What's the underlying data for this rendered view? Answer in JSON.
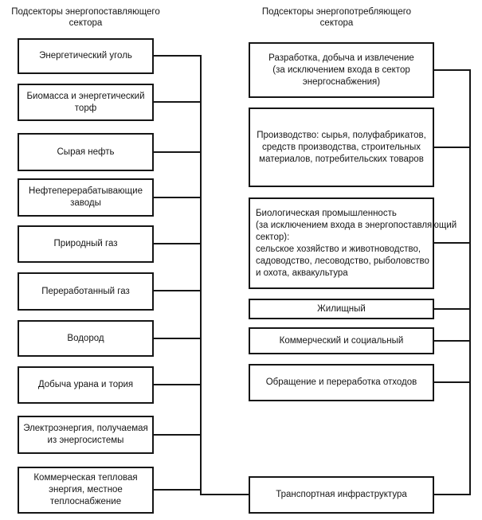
{
  "figure": {
    "left_column": {
      "header": "Подсекторы энергопоставляющего\nсектора",
      "boxes": [
        {
          "label": "Энергетический уголь"
        },
        {
          "label": "Биомасса и энергетический\nторф"
        },
        {
          "label": "Сырая нефть"
        },
        {
          "label": "Нефтеперерабатывающие\nзаводы"
        },
        {
          "label": "Природный газ"
        },
        {
          "label": "Переработанный газ"
        },
        {
          "label": "Водород"
        },
        {
          "label": "Добыча урана и тория"
        },
        {
          "label": "Электроэнергия, получаемая\nиз энергосистемы"
        },
        {
          "label": "Коммерческая тепловая\nэнергия, местное\nтеплоснабжение"
        }
      ]
    },
    "right_column": {
      "header": "Подсекторы энергопотребляющего\nсектора",
      "boxes": [
        {
          "label": "Разработка, добыча и извлечение\n(за исключением входа в сектор\nэнергоснабжения)"
        },
        {
          "label": "Производство: сырья, полуфабрикатов,\nсредств производства, строительных\nматериалов, потребительских товаров"
        },
        {
          "label": "Биологическая промышленность\n(за исключением входа в энергопоставляющий\nсектор):\nсельское хозяйство и животноводство,\nсадоводство, лесоводство, рыболовство\nи охота, аквакультура"
        },
        {
          "label": "Жилищный"
        },
        {
          "label": "Коммерческий и социальный"
        },
        {
          "label": "Обращение и переработка отходов"
        },
        {
          "label": "Транспортная инфраструктура"
        }
      ]
    },
    "colors": {
      "line": "#161616",
      "text": "#161616",
      "background": "#ffffff"
    }
  }
}
